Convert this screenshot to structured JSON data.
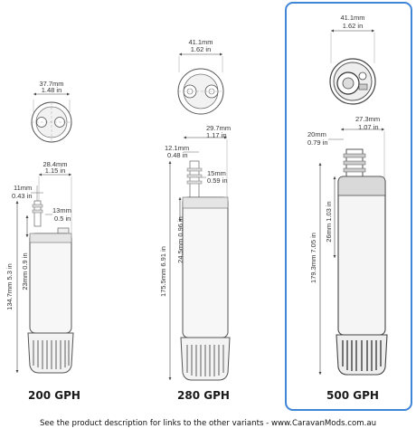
{
  "footer": "See the product description for links to the other variants - www.CaravanMods.com.au",
  "highlight_color": "#3f86d8",
  "pumps": [
    {
      "name": "200 GPH",
      "top_dia_mm": "37.7mm",
      "top_dia_in": "1.48 in",
      "outlet_w_mm": "28.4mm",
      "outlet_w_in": "1.15 in",
      "a_mm": "11mm",
      "a_in": "0.43 in",
      "b_mm": "13mm",
      "b_in": "0.5 in",
      "height": "134.7mm 5.3 in",
      "inner": "23mm  0.9 in"
    },
    {
      "name": "280 GPH",
      "top_dia_mm": "41.1mm",
      "top_dia_in": "1.62 in",
      "outlet_w_mm": "29.7mm",
      "outlet_w_in": "1.17 in",
      "a_mm": "12.1mm",
      "a_in": "0.48 in",
      "b_mm": "15mm",
      "b_in": "0.59 in",
      "height": "175.5mm 6.91 in",
      "inner": "24.5mm  0.96 in"
    },
    {
      "name": "500 GPH",
      "top_dia_mm": "41.1mm",
      "top_dia_in": "1.62 in",
      "outlet_w_mm": "27.3mm",
      "outlet_w_in": "1.07 in",
      "a_mm": "20mm",
      "a_in": "0.79 in",
      "height": "179.3mm 7.05 in",
      "inner": "26mm  1.03 in"
    }
  ]
}
